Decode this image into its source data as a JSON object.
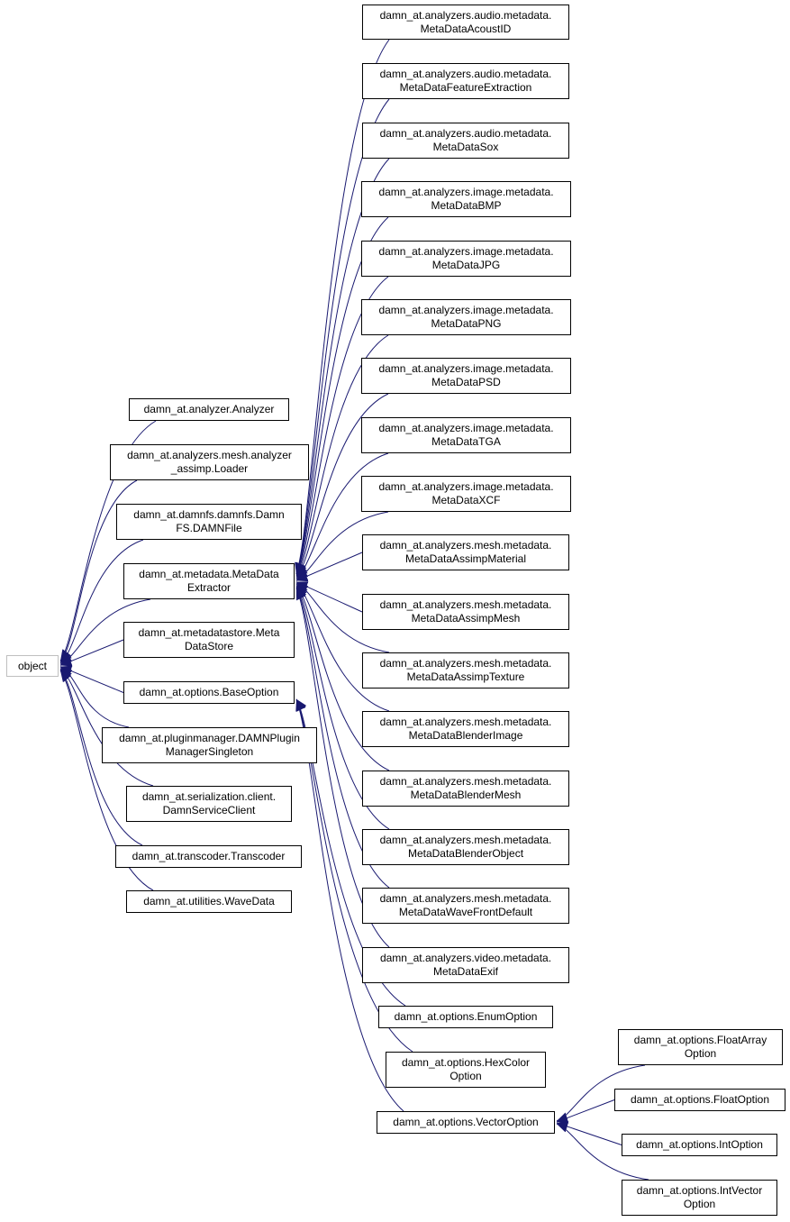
{
  "colors": {
    "edge": "#191970",
    "node_border": "#000000",
    "root_border": "#bfbfbf",
    "background": "#ffffff"
  },
  "nodes": {
    "object": "object",
    "analyzer": "damn_at.analyzer.Analyzer",
    "assimp_loader": "damn_at.analyzers.mesh.analyzer\n_assimp.Loader",
    "damnfile": "damn_at.damnfs.damnfs.Damn\nFS.DAMNFile",
    "metadata_extractor": "damn_at.metadata.MetaData\nExtractor",
    "metadatastore": "damn_at.metadatastore.Meta\nDataStore",
    "base_option": "damn_at.options.BaseOption",
    "plugin_manager": "damn_at.pluginmanager.DAMNPlugin\nManagerSingleton",
    "service_client": "damn_at.serialization.client.\nDamnServiceClient",
    "transcoder": "damn_at.transcoder.Transcoder",
    "wavedata": "damn_at.utilities.WaveData",
    "acoustid": "damn_at.analyzers.audio.metadata.\nMetaDataAcoustID",
    "feature_extraction": "damn_at.analyzers.audio.metadata.\nMetaDataFeatureExtraction",
    "sox": "damn_at.analyzers.audio.metadata.\nMetaDataSox",
    "bmp": "damn_at.analyzers.image.metadata.\nMetaDataBMP",
    "jpg": "damn_at.analyzers.image.metadata.\nMetaDataJPG",
    "png": "damn_at.analyzers.image.metadata.\nMetaDataPNG",
    "psd": "damn_at.analyzers.image.metadata.\nMetaDataPSD",
    "tga": "damn_at.analyzers.image.metadata.\nMetaDataTGA",
    "xcf": "damn_at.analyzers.image.metadata.\nMetaDataXCF",
    "assimp_material": "damn_at.analyzers.mesh.metadata.\nMetaDataAssimpMaterial",
    "assimp_mesh": "damn_at.analyzers.mesh.metadata.\nMetaDataAssimpMesh",
    "assimp_texture": "damn_at.analyzers.mesh.metadata.\nMetaDataAssimpTexture",
    "blender_image": "damn_at.analyzers.mesh.metadata.\nMetaDataBlenderImage",
    "blender_mesh": "damn_at.analyzers.mesh.metadata.\nMetaDataBlenderMesh",
    "blender_object": "damn_at.analyzers.mesh.metadata.\nMetaDataBlenderObject",
    "wavefront_default": "damn_at.analyzers.mesh.metadata.\nMetaDataWaveFrontDefault",
    "exif": "damn_at.analyzers.video.metadata.\nMetaDataExif",
    "enum_option": "damn_at.options.EnumOption",
    "hexcolor_option": "damn_at.options.HexColor\nOption",
    "vector_option": "damn_at.options.VectorOption",
    "floatarray_option": "damn_at.options.FloatArray\nOption",
    "float_option": "damn_at.options.FloatOption",
    "int_option": "damn_at.options.IntOption",
    "intvector_option": "damn_at.options.IntVector\nOption"
  },
  "edges": [
    [
      "analyzer",
      "object"
    ],
    [
      "assimp_loader",
      "object"
    ],
    [
      "damnfile",
      "object"
    ],
    [
      "metadata_extractor",
      "object"
    ],
    [
      "metadatastore",
      "object"
    ],
    [
      "base_option",
      "object"
    ],
    [
      "plugin_manager",
      "object"
    ],
    [
      "service_client",
      "object"
    ],
    [
      "transcoder",
      "object"
    ],
    [
      "wavedata",
      "object"
    ],
    [
      "acoustid",
      "metadata_extractor"
    ],
    [
      "feature_extraction",
      "metadata_extractor"
    ],
    [
      "sox",
      "metadata_extractor"
    ],
    [
      "bmp",
      "metadata_extractor"
    ],
    [
      "jpg",
      "metadata_extractor"
    ],
    [
      "png",
      "metadata_extractor"
    ],
    [
      "psd",
      "metadata_extractor"
    ],
    [
      "tga",
      "metadata_extractor"
    ],
    [
      "xcf",
      "metadata_extractor"
    ],
    [
      "assimp_material",
      "metadata_extractor"
    ],
    [
      "assimp_mesh",
      "metadata_extractor"
    ],
    [
      "assimp_texture",
      "metadata_extractor"
    ],
    [
      "blender_image",
      "metadata_extractor"
    ],
    [
      "blender_mesh",
      "metadata_extractor"
    ],
    [
      "blender_object",
      "metadata_extractor"
    ],
    [
      "wavefront_default",
      "metadata_extractor"
    ],
    [
      "exif",
      "metadata_extractor"
    ],
    [
      "enum_option",
      "base_option"
    ],
    [
      "hexcolor_option",
      "base_option"
    ],
    [
      "vector_option",
      "base_option"
    ],
    [
      "floatarray_option",
      "vector_option"
    ],
    [
      "float_option",
      "vector_option"
    ],
    [
      "int_option",
      "vector_option"
    ],
    [
      "intvector_option",
      "vector_option"
    ]
  ]
}
